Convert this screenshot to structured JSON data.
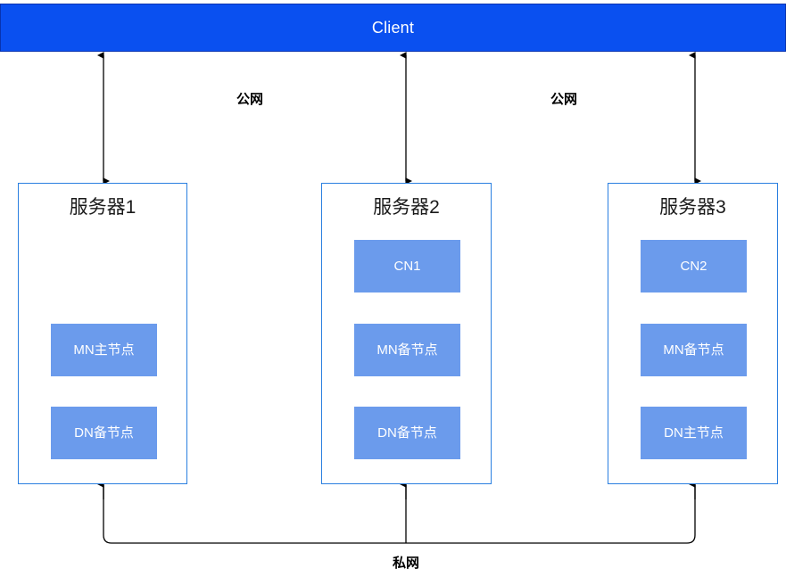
{
  "diagram": {
    "title": "Client",
    "client": {
      "label": "Client",
      "fill": "#0a50f0",
      "text_color": "#ffffff"
    },
    "network_labels": {
      "public_left": "公网",
      "public_right": "公网",
      "private": "私网"
    },
    "servers": [
      {
        "name": "服务器1",
        "nodes": [
          {
            "label": "MN主节点"
          },
          {
            "label": "DN备节点"
          }
        ]
      },
      {
        "name": "服务器2",
        "nodes": [
          {
            "label": "CN1"
          },
          {
            "label": "MN备节点"
          },
          {
            "label": "DN备节点"
          }
        ]
      },
      {
        "name": "服务器3",
        "nodes": [
          {
            "label": "CN2"
          },
          {
            "label": "MN备节点"
          },
          {
            "label": "DN主节点"
          }
        ]
      }
    ],
    "colors": {
      "client_fill": "#0a50f0",
      "server_border": "#2a7fe0",
      "node_fill": "#6b9bec",
      "connector": "#000000",
      "background": "#ffffff"
    }
  }
}
